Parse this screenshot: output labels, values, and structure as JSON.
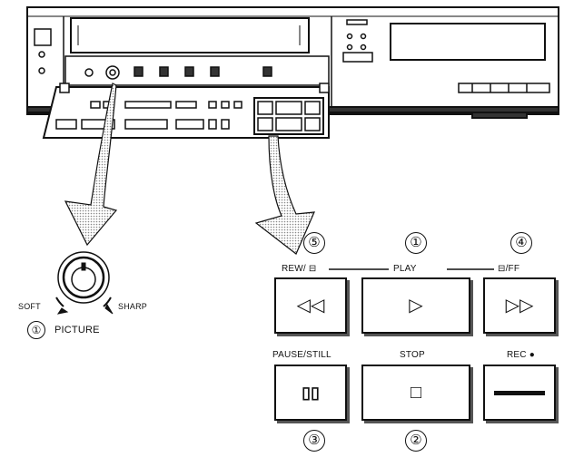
{
  "picture_control": {
    "number": "①",
    "label": "PICTURE",
    "left_label": "SOFT",
    "right_label": "SHARP"
  },
  "buttons": {
    "rew": {
      "number": "⑤",
      "label": "REW/ ⊟",
      "glyph_icon": "rewind-icon"
    },
    "play": {
      "number": "①",
      "label": "PLAY",
      "glyph_icon": "play-icon"
    },
    "ff": {
      "number": "④",
      "label": "⊟/FF",
      "glyph_icon": "fast-forward-icon"
    },
    "pause": {
      "number": "③",
      "label": "PAUSE/STILL",
      "glyph_icon": "pause-icon"
    },
    "stop": {
      "number": "②",
      "label": "STOP",
      "glyph_icon": "stop-icon"
    },
    "rec": {
      "label": "REC ●",
      "glyph_icon": "record-bar-icon"
    }
  },
  "colors": {
    "ink": "#111111",
    "paper": "#ffffff",
    "shade": "#cfcfcf"
  }
}
